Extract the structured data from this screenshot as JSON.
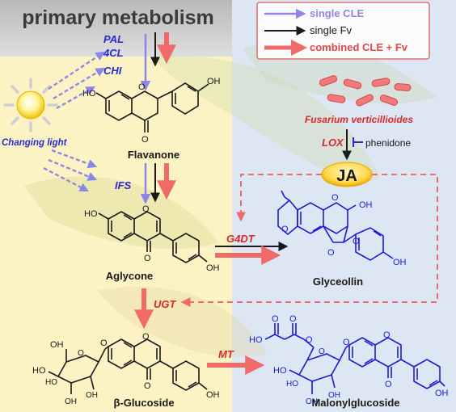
{
  "title": "primary metabolism",
  "legend": {
    "items": [
      {
        "label": "single CLE",
        "color": "#8b86e8"
      },
      {
        "label": "single Fv",
        "color": "#1a1a1a"
      },
      {
        "label": "combined CLE + Fv",
        "color": "#f06a6a"
      }
    ]
  },
  "enzymes": {
    "pal": "PAL",
    "cl4": "4CL",
    "chi": "CHI",
    "ifs": "IFS",
    "g4dt": "G4DT",
    "ugt": "UGT",
    "mt": "MT",
    "lox": "LOX"
  },
  "labels": {
    "changing_light": "Changing light",
    "fusarium": "Fusarium verticillioides",
    "phenidone": "phenidone",
    "ja": "JA"
  },
  "compounds": {
    "flavanone": "Flavanone",
    "aglycone": "Aglycone",
    "glyceollin": "Glyceollin",
    "glucoside": "β-Glucoside",
    "malonylglucoside": "Malonylglucoside"
  },
  "atoms": {
    "ho": "HO",
    "oh": "OH",
    "o": "O",
    "ho_prefix": "HO",
    "oh_group": "OH",
    "o_ring": "O"
  },
  "colors": {
    "purple": "#8b86e8",
    "black": "#1a1a1a",
    "red": "#f06a6a",
    "blue_struct": "#1b1bd6",
    "enzyme_blue": "#2b2bd0",
    "enzyme_red": "#d8282b",
    "yellow_bg": "#fbf3c4",
    "blue_bg": "#dde6f3"
  }
}
